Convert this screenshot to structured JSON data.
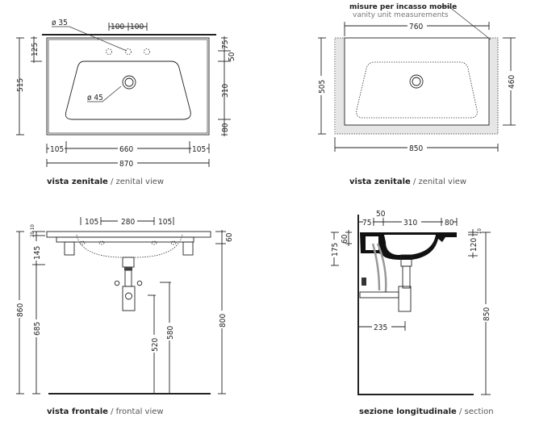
{
  "zenital": {
    "hole_dia": "ø 35",
    "drain_dia": "ø 45",
    "top_spacing": [
      "100",
      "100"
    ],
    "depth_total": "515",
    "depth_holes": "125",
    "right_dims": [
      "75",
      "50",
      "310",
      "80"
    ],
    "bottom_dims": [
      "105",
      "660",
      "105"
    ],
    "width_total": "870",
    "caption_bold": "vista zenitale",
    "caption_light": " / zenital view"
  },
  "vanity": {
    "note_bold": "misure per incasso mobile",
    "note_light": "vanity unit measurements",
    "inner_width": "760",
    "depth": "505",
    "inner_depth": "460",
    "outer_width": "850",
    "caption_bold": "vista zenitale",
    "caption_light": " / zenital view"
  },
  "frontal": {
    "top_dims": [
      "105",
      "280",
      "105"
    ],
    "slab_dims": [
      "20",
      "10"
    ],
    "height_total": "860",
    "bowl_depth": "145",
    "bottom_height": "685",
    "right_top": "60",
    "right_height": "800",
    "supply_low": "520",
    "supply_high": "580",
    "caption_bold": "vista frontale",
    "caption_light": " / frontal view"
  },
  "section": {
    "top_dims": [
      "75",
      "50",
      "310",
      "80"
    ],
    "left_total": "175",
    "left_top": "60",
    "right_small": "10",
    "right_depth": "120",
    "height_total": "850",
    "trap_distance": "235",
    "caption_bold": "sezione longitudinale",
    "caption_light": " / section"
  }
}
